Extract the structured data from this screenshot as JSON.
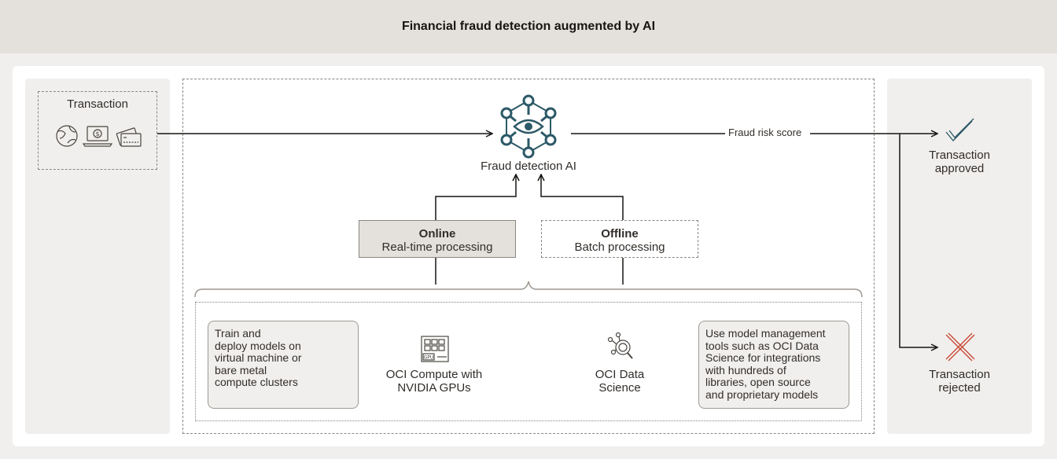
{
  "header": {
    "title": "Financial fraud detection augmented by AI"
  },
  "transaction": {
    "label": "Transaction",
    "icons": [
      "globe-dollar-icon",
      "laptop-dollar-icon",
      "credit-card-icon"
    ]
  },
  "fraud_ai": {
    "label": "Fraud detection AI",
    "icon": "ai-network-eye-icon"
  },
  "risk_score_label": "Fraud risk score",
  "online": {
    "title": "Online",
    "subtitle": "Real-time processing"
  },
  "offline": {
    "title": "Offline",
    "subtitle": "Batch processing"
  },
  "left_note": {
    "lines": [
      "Train and",
      "deploy models on",
      "virtual machine or",
      "bare metal",
      "compute clusters"
    ]
  },
  "compute": {
    "lines": [
      "OCI Compute with",
      "NVIDIA GPUs"
    ],
    "icon": "gpu-chip-icon",
    "gpu_text": "GPU"
  },
  "data_science": {
    "lines": [
      "OCI Data",
      "Science"
    ],
    "icon": "data-science-icon"
  },
  "right_note": {
    "lines": [
      "Use model management",
      "tools such as OCI Data",
      "Science for integrations",
      "with hundreds of",
      "libraries, open source",
      "and proprietary models"
    ]
  },
  "outcomes": {
    "approved": {
      "lines": [
        "Transaction",
        "approved"
      ],
      "icon": "checkmark-icon"
    },
    "rejected": {
      "lines": [
        "Transaction",
        "rejected"
      ],
      "icon": "x-mark-icon"
    }
  },
  "colors": {
    "accent_blue": "#2c5967",
    "reject_red": "#c74634",
    "approve_blue": "#2c5967"
  }
}
